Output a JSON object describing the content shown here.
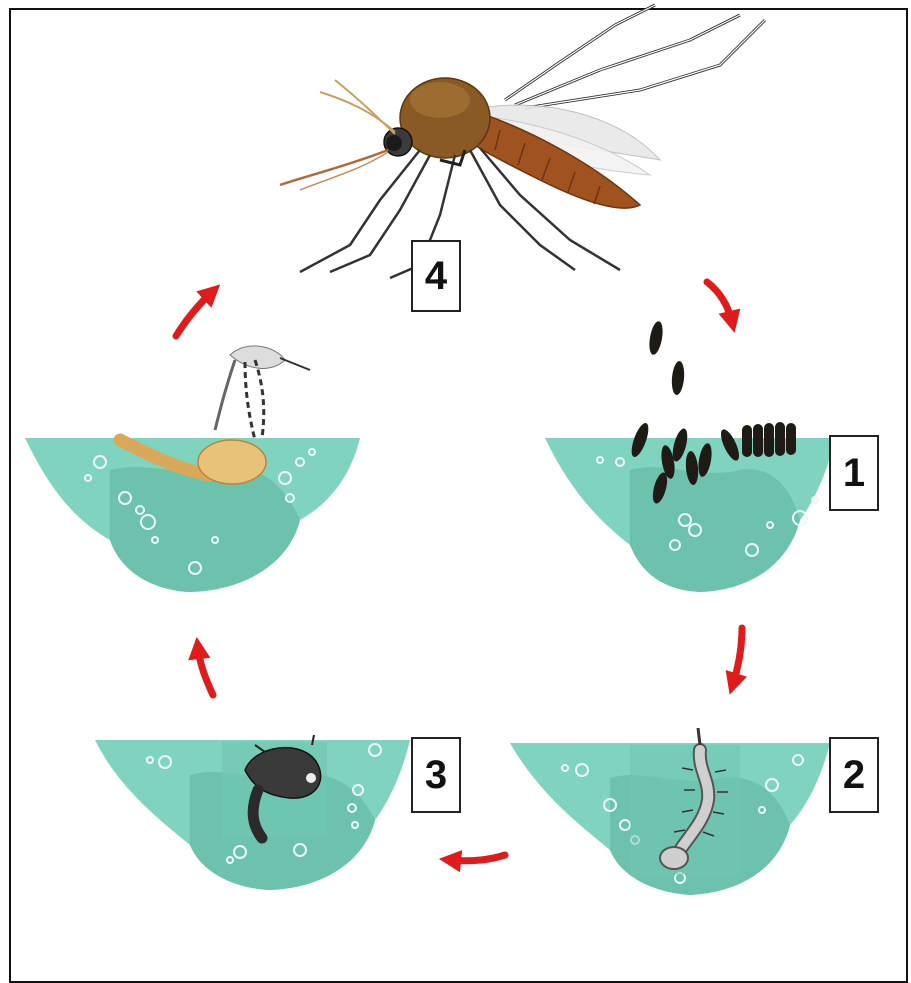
{
  "stages": [
    {
      "number": "1",
      "name": "egg-stage"
    },
    {
      "number": "2",
      "name": "larva-stage"
    },
    {
      "number": "3",
      "name": "pupa-stage"
    },
    {
      "number": "4",
      "name": "adult-stage"
    }
  ],
  "colors": {
    "water": "#7fd3bf",
    "water_shade": "#6cc2ad",
    "bubble": "#e8fbf5",
    "arrow": "#e01b1b",
    "mosquito_body": "#8a5a24",
    "mosquito_abdomen": "#a0521f",
    "egg": "#1e1a16",
    "pupa": "#3a3a3a",
    "emerging": "#e9c27a"
  },
  "icons": {
    "arrow": "red-curved-arrow-icon",
    "adult": "mosquito-icon",
    "egg": "egg-raft-icon",
    "larva": "larva-icon",
    "pupa": "pupa-icon"
  }
}
